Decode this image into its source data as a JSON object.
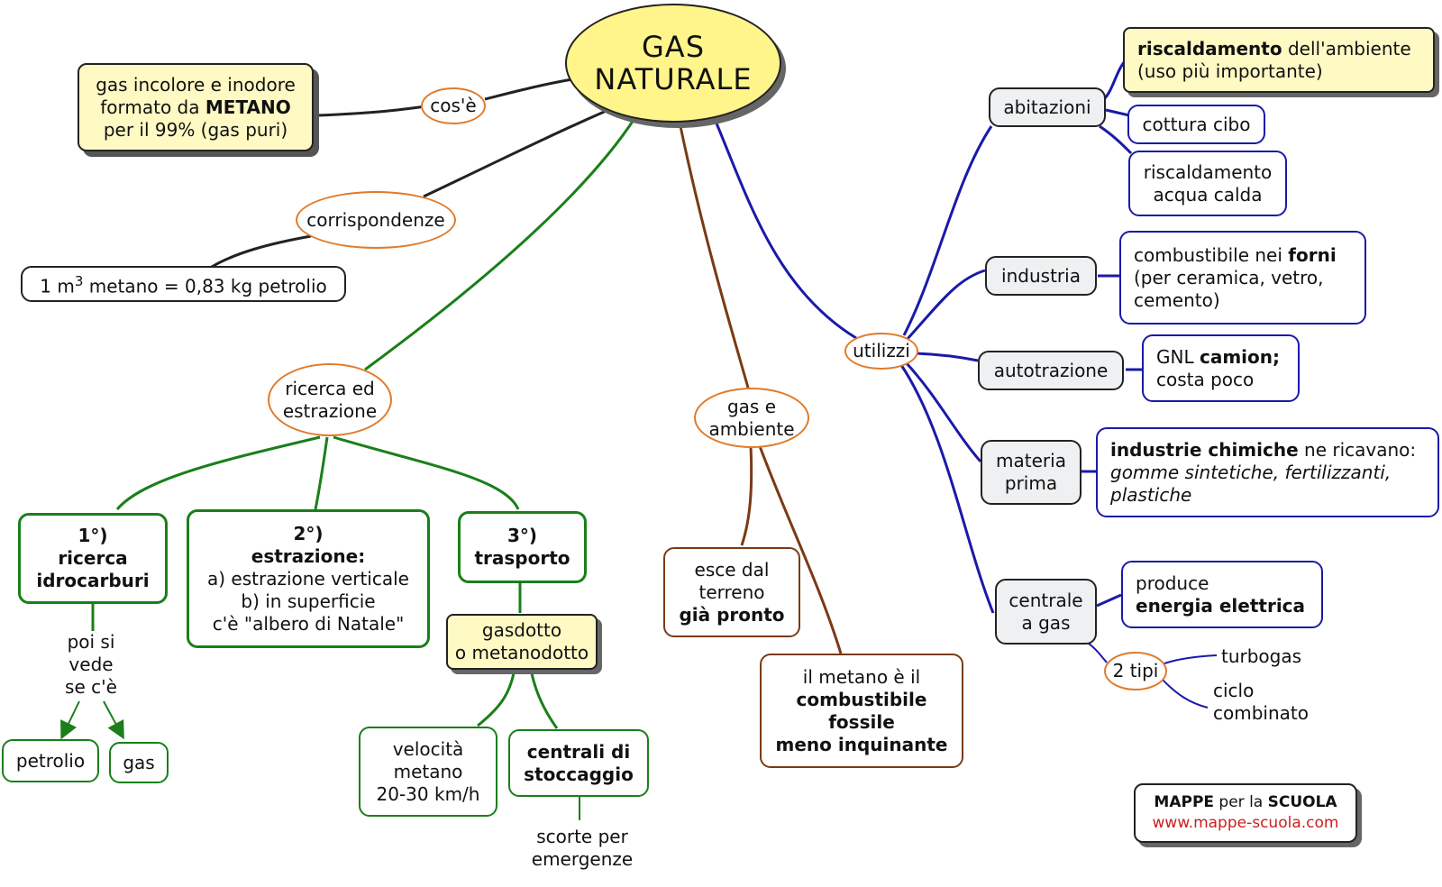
{
  "title": {
    "line1": "GAS",
    "line2": "NATURALE"
  },
  "left": {
    "cose": "cos'è",
    "def": {
      "l1": "gas incolore e inodore",
      "l2a": "formato da ",
      "l2b": "METANO",
      "l3": "per il 99% (gas puri)"
    },
    "corrispondenze": "corrispondenze",
    "equiv": {
      "a": "1 m",
      "sup": "3",
      "b": " metano = 0,83 kg petrolio"
    }
  },
  "ricerca": {
    "node": {
      "l1": "ricerca ed",
      "l2": "estrazione"
    },
    "step1": {
      "l1": "1°)",
      "l2": "ricerca",
      "l3": "idrocarburi"
    },
    "step2": {
      "l1": "2°)",
      "l2": "estrazione:",
      "l3": "a) estrazione verticale",
      "l4": "b) in superficie",
      "l5": "c'è \"albero di Natale\""
    },
    "step3": {
      "l1": "3°)",
      "l2": "trasporto"
    },
    "poisi": {
      "l1": "poi si",
      "l2": "vede",
      "l3": "se c'è"
    },
    "petrolio": "petrolio",
    "gas": "gas",
    "gasdotto": {
      "l1": "gasdotto",
      "l2": "o metanodotto"
    },
    "velocita": {
      "l1": "velocità",
      "l2": "metano",
      "l3": "20-30 km/h"
    },
    "centrali": {
      "l1": "centrali di",
      "l2": "stoccaggio"
    },
    "scorte": {
      "l1": "scorte per",
      "l2": "emergenze"
    }
  },
  "ambiente": {
    "node": {
      "l1": "gas e",
      "l2": "ambiente"
    },
    "esce": {
      "l1": "esce dal",
      "l2": "terreno",
      "l3": "già pronto"
    },
    "metano": {
      "l1": "il metano è il",
      "l2": "combustibile",
      "l3": "fossile",
      "l4": "meno inquinante"
    }
  },
  "utilizzi": {
    "node": "utilizzi",
    "abitazioni": "abitazioni",
    "risc": {
      "b": "riscaldamento",
      "t": " dell'ambiente",
      "l2": "(uso più importante)"
    },
    "cottura": "cottura cibo",
    "acqua": {
      "l1": "riscaldamento",
      "l2": "acqua calda"
    },
    "industria": "industria",
    "forni": {
      "a": "combustibile nei ",
      "b": "forni",
      "l2": "(per ceramica, vetro,",
      "l3": "cemento)"
    },
    "autotrazione": "autotrazione",
    "gnl": {
      "a": "GNL ",
      "b": "camion;",
      "l2": "costa poco"
    },
    "materia": {
      "l1": "materia",
      "l2": "prima"
    },
    "chimiche": {
      "b": "industrie chimiche",
      "t": " ne ricavano:",
      "l2": "gomme sintetiche, fertilizzanti,",
      "l3": "plastiche"
    },
    "centrale": {
      "l1": "centrale",
      "l2": "a gas"
    },
    "produce": {
      "l1": "produce",
      "l2": "energia elettrica"
    },
    "tipi": "2 tipi",
    "turbogas": "turbogas",
    "ciclo": {
      "l1": "ciclo",
      "l2": "combinato"
    }
  },
  "credit": {
    "a": "MAPPE",
    "b": " per la ",
    "c": "SCUOLA",
    "url": "www.mappe-scuola.com"
  },
  "colors": {
    "black": "#222222",
    "green": "#1a7f1a",
    "brown": "#7a3a14",
    "blue": "#1a1aa8",
    "orange": "#e07b2a",
    "yellow": "#fff58a",
    "paleYellow": "#fff9c4",
    "grey": "#eef0f2",
    "red": "#cc1f1f"
  }
}
